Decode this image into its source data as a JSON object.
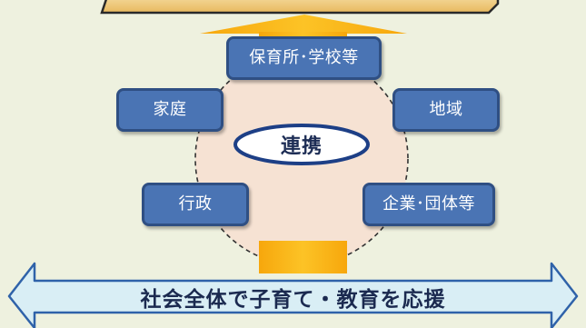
{
  "diagram": {
    "center": {
      "label": "連携"
    },
    "nodes": {
      "top": "保育所･学校等",
      "upper_left": "家庭",
      "upper_right": "地域",
      "lower_left": "行政",
      "lower_right": "企業･団体等"
    },
    "banner": {
      "label": "社会全体で子育て・教育を応援"
    }
  },
  "colors": {
    "background": "#eef1df",
    "node_fill": "#4a74b4",
    "node_border": "#2f4f83",
    "circle_fill": "#f6e2d3",
    "arrow_fill": "#fbb615",
    "banner_fill": "#d9eef5",
    "banner_stroke": "#2f62a9",
    "top_box_fill": "#f0c877"
  }
}
